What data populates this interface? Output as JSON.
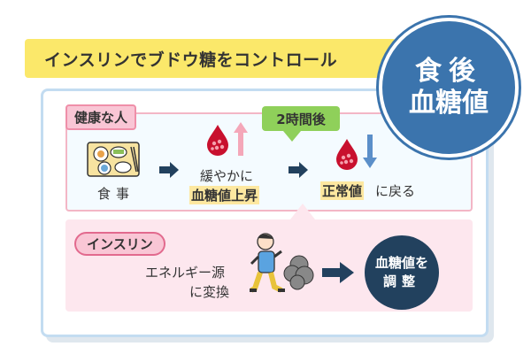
{
  "title": "インスリンでブドウ糖をコントロール",
  "badge": {
    "line1": "食後",
    "line2": "血糖値"
  },
  "healthy": {
    "label": "健康な人",
    "meal_label": "食事",
    "rise_line1": "緩やかに",
    "rise_line2": "血糖値上昇",
    "after_label": "2時間後",
    "normal_label": "正常値",
    "return_label": "に戻る"
  },
  "insulin": {
    "label": "インスリン",
    "convert_line1": "エネルギー源",
    "convert_line2": "に変換",
    "result_line1": "血糖値を",
    "result_line2": "調整"
  },
  "colors": {
    "title_bg": "#fbe86a",
    "badge_bg": "#3b74ad",
    "arrow": "#22415e",
    "rise_arrow": "#f4a7b9",
    "fall_arrow": "#5b8fc9",
    "blood_drop": "#c8102e",
    "callout": "#8fd05a"
  }
}
